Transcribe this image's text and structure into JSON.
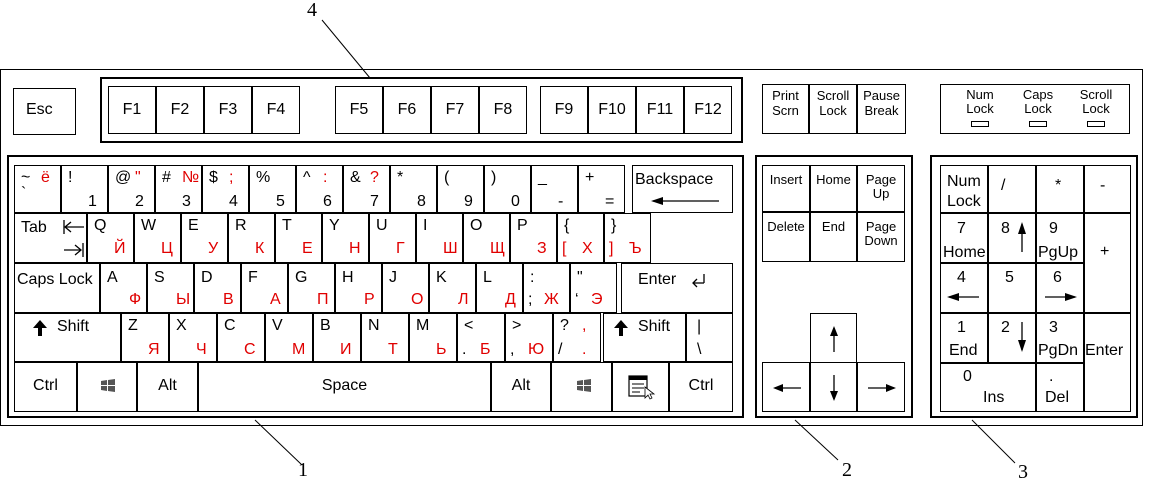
{
  "callouts": {
    "main": "1",
    "nav": "2",
    "numpad": "3",
    "fkeys": "4"
  },
  "esc": "Esc",
  "fkeys": [
    "F1",
    "F2",
    "F3",
    "F4",
    "F5",
    "F6",
    "F7",
    "F8",
    "F9",
    "F10",
    "F11",
    "F12"
  ],
  "sys": {
    "print_1": "Print",
    "print_2": "Scrn",
    "scroll_1": "Scroll",
    "scroll_2": "Lock",
    "pause_1": "Pause",
    "pause_2": "Break"
  },
  "leds": {
    "num_1": "Num",
    "num_2": "Lock",
    "caps_1": "Caps",
    "caps_2": "Lock",
    "scroll_1": "Scroll",
    "scroll_2": "Lock"
  },
  "digits": [
    {
      "sh": "~",
      "ru_sh": "ё",
      "base": "`"
    },
    {
      "sh": "!",
      "base": "1"
    },
    {
      "sh": "@",
      "ru_sh": "\"",
      "base": "2"
    },
    {
      "sh": "#",
      "ru_sh": "№",
      "base": "3"
    },
    {
      "sh": "$",
      "ru_sh": ";",
      "base": "4"
    },
    {
      "sh": "%",
      "base": "5"
    },
    {
      "sh": "^",
      "ru_sh": ":",
      "base": "6"
    },
    {
      "sh": "&",
      "ru_sh": "?",
      "base": "7"
    },
    {
      "sh": "*",
      "base": "8"
    },
    {
      "sh": "(",
      "base": "9"
    },
    {
      "sh": ")",
      "base": "0"
    },
    {
      "sh": "_",
      "base": "-"
    },
    {
      "sh": "+",
      "base": "="
    }
  ],
  "backspace": "Backspace",
  "tab": "Tab",
  "row_q": [
    {
      "en": "Q",
      "ru": "Й"
    },
    {
      "en": "W",
      "ru": "Ц"
    },
    {
      "en": "E",
      "ru": "У"
    },
    {
      "en": "R",
      "ru": "К"
    },
    {
      "en": "T",
      "ru": "Е"
    },
    {
      "en": "Y",
      "ru": "Н"
    },
    {
      "en": "U",
      "ru": "Г"
    },
    {
      "en": "I",
      "ru": "Ш"
    },
    {
      "en": "O",
      "ru": "Щ"
    },
    {
      "en": "P",
      "ru": "З"
    },
    {
      "en": "{",
      "ru": "Х",
      "en2": "[",
      "en2_red": true
    },
    {
      "en": "}",
      "ru": "Ъ",
      "en2": "]",
      "en2_red": true
    }
  ],
  "capslock": "Caps Lock",
  "row_a": [
    {
      "en": "A",
      "ru": "Ф"
    },
    {
      "en": "S",
      "ru": "Ы"
    },
    {
      "en": "D",
      "ru": "В"
    },
    {
      "en": "F",
      "ru": "А"
    },
    {
      "en": "G",
      "ru": "П"
    },
    {
      "en": "H",
      "ru": "Р"
    },
    {
      "en": "J",
      "ru": "О"
    },
    {
      "en": "K",
      "ru": "Л"
    },
    {
      "en": "L",
      "ru": "Д"
    },
    {
      "en": ":",
      "ru": "Ж",
      "en2": ";"
    },
    {
      "en": "\"",
      "ru": "Э",
      "en2": "‘"
    }
  ],
  "enter": "Enter",
  "shift": "Shift",
  "row_z": [
    {
      "en": "Z",
      "ru": "Я"
    },
    {
      "en": "X",
      "ru": "Ч"
    },
    {
      "en": "C",
      "ru": "С"
    },
    {
      "en": "V",
      "ru": "М"
    },
    {
      "en": "B",
      "ru": "И"
    },
    {
      "en": "N",
      "ru": "Т"
    },
    {
      "en": "M",
      "ru": "Ь"
    },
    {
      "en": "<",
      "ru": "Б",
      "en2": "."
    },
    {
      "en": ">",
      "ru": "Ю",
      "en2": ","
    },
    {
      "en": "?",
      "ru": ",",
      "en2": "/",
      "ru2": "."
    }
  ],
  "pipe": "|",
  "backslash": "\\",
  "ctrl": "Ctrl",
  "alt": "Alt",
  "space": "Space",
  "nav": {
    "insert": "Insert",
    "home": "Home",
    "pgup_1": "Page",
    "pgup_2": "Up",
    "delete": "Delete",
    "end": "End",
    "pgdn_1": "Page",
    "pgdn_2": "Down"
  },
  "num": {
    "numlock_1": "Num",
    "numlock_2": "Lock",
    "div": "/",
    "mul": "*",
    "minus": "-",
    "plus": "+",
    "enter": "Enter",
    "k7": "7",
    "k7s": "Home",
    "k8": "8",
    "k9": "9",
    "k9s": "PgUp",
    "k4": "4",
    "k5": "5",
    "k6": "6",
    "k1": "1",
    "k1s": "End",
    "k2": "2",
    "k3": "3",
    "k3s": "PgDn",
    "k0": "0",
    "k0s": "Ins",
    "dot": ".",
    "dots": "Del"
  }
}
